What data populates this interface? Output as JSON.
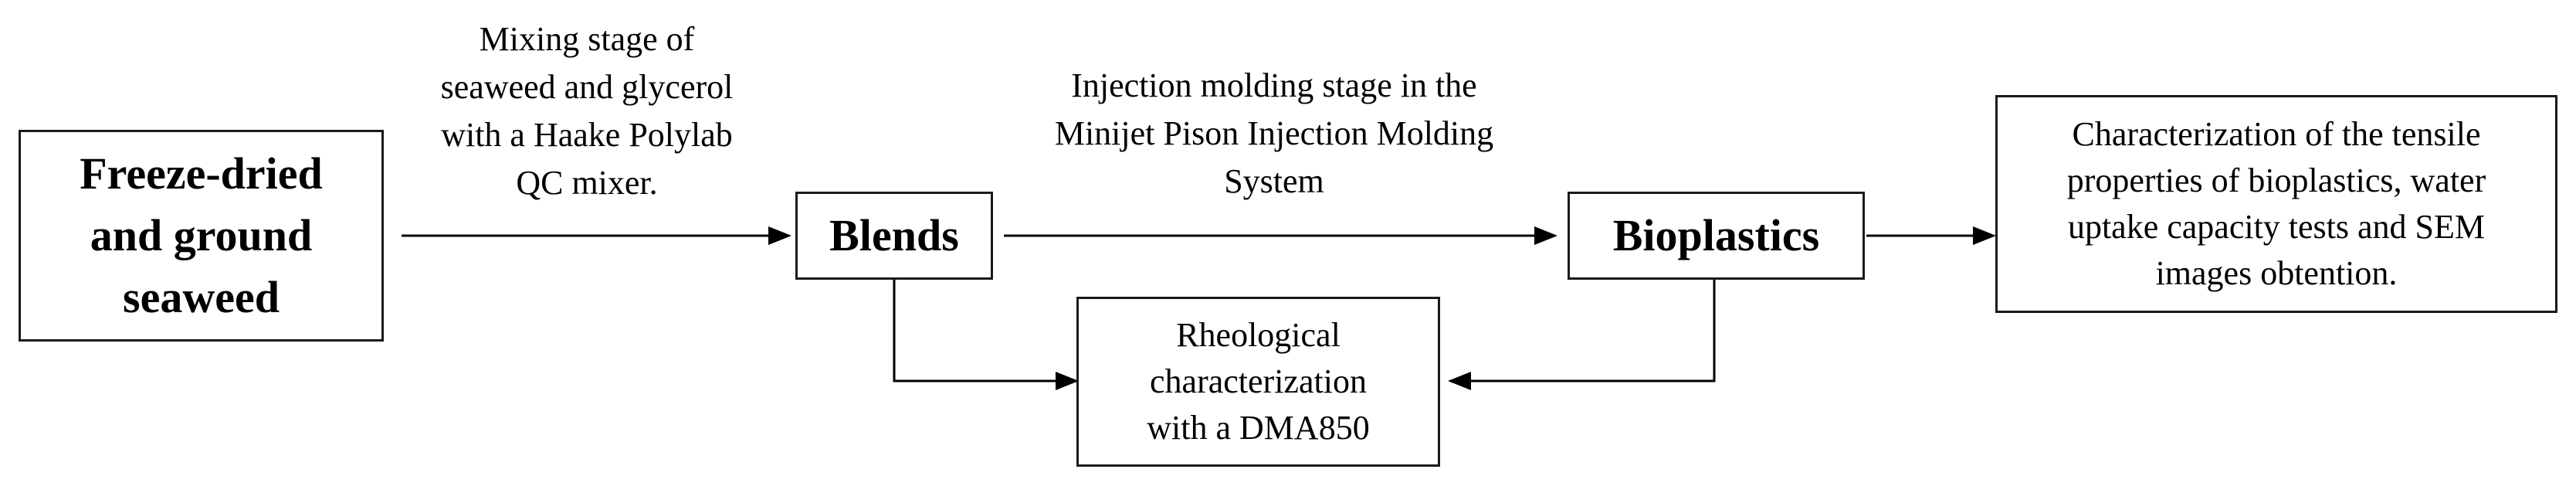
{
  "nodes": {
    "seaweed": "Freeze-dried\nand ground\nseaweed",
    "blends": "Blends",
    "bioplastics": "Bioplastics",
    "characterization": "Characterization of the tensile\nproperties of bioplastics, water\nuptake capacity tests and SEM\nimages obtention.",
    "rheological": "Rheological\ncharacterization\nwith a DMA850"
  },
  "edge_labels": {
    "mixing": "Mixing stage of\nseaweed and glycerol\nwith a Haake Polylab\nQC mixer.",
    "injection": "Injection molding stage in the\nMinijet Pison Injection Molding\nSystem"
  }
}
